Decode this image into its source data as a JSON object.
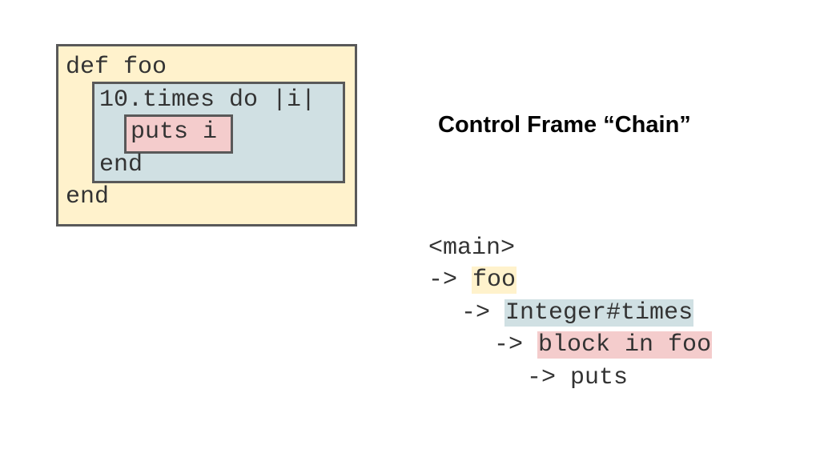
{
  "code": {
    "line1": "def foo",
    "line2": "10.times do |i|",
    "line3": "puts i",
    "line4": "end",
    "line5": "end"
  },
  "title": "Control Frame “Chain”",
  "chain": {
    "main": "<main>",
    "arrow": "->",
    "foo": "foo",
    "times": "Integer#times",
    "block": "block in foo",
    "puts": "puts"
  },
  "colors": {
    "method_frame": "#fff2cc",
    "cfunc_frame": "#d0e0e3",
    "block_frame": "#f4cccc",
    "border": "#595959"
  }
}
